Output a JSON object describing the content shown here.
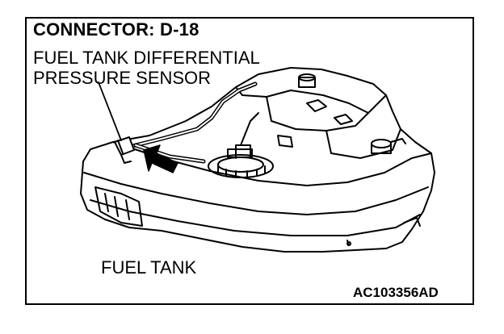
{
  "diagram": {
    "title": "CONNECTOR: D-18",
    "sensor_label_line1": "FUEL TANK DIFFERENTIAL",
    "sensor_label_line2": "PRESSURE SENSOR",
    "tank_label": "FUEL TANK",
    "figure_code": "AC103356AD"
  },
  "icons": {
    "pointer": "arrow-icon",
    "tank": "fuel-tank-illustration"
  }
}
